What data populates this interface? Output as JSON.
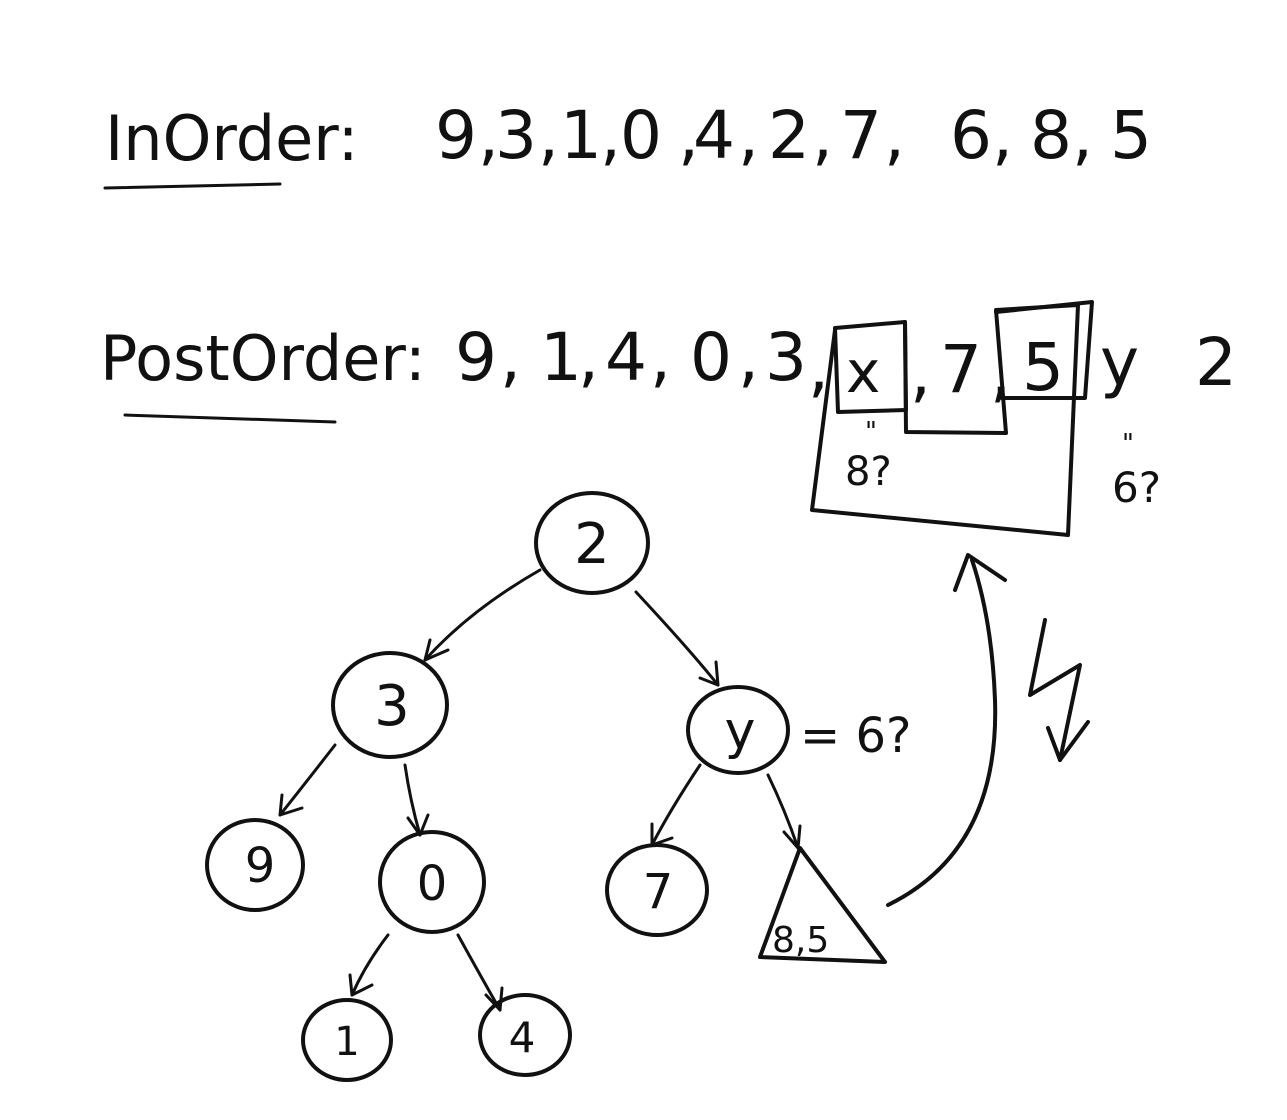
{
  "inorder": {
    "label": "InOrder:",
    "values": [
      "9",
      "3",
      "1",
      "0",
      "4",
      "2",
      "7",
      "6",
      "8",
      "5"
    ]
  },
  "postorder": {
    "label": "PostOrder:",
    "values": [
      "9",
      "1",
      "4",
      "0",
      "3",
      "x",
      "7",
      "5",
      "y",
      "2"
    ],
    "note_x": "8?",
    "note_y": "6?"
  },
  "tree": {
    "nodes": [
      "2",
      "3",
      "y",
      "9",
      "0",
      "7",
      "1",
      "4"
    ],
    "subtree_label": "8,5",
    "y_note": "= 6?"
  }
}
